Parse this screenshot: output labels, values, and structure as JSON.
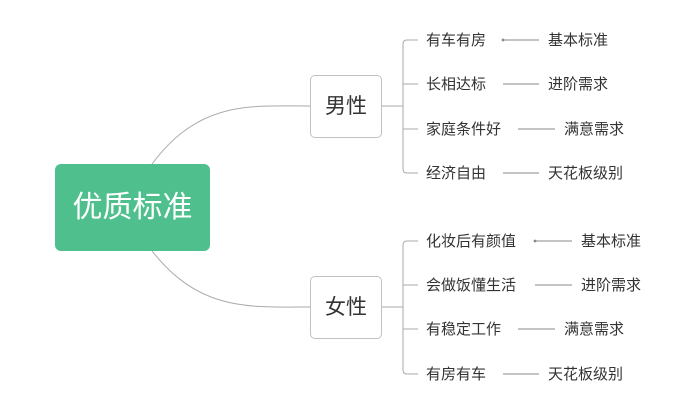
{
  "root": {
    "label": "优质标准",
    "color": "#4fc08d"
  },
  "branches": [
    {
      "label": "男性",
      "items": [
        {
          "condition": "有车有房",
          "level": "基本标准"
        },
        {
          "condition": "长相达标",
          "level": "进阶需求"
        },
        {
          "condition": "家庭条件好",
          "level": "满意需求"
        },
        {
          "condition": "经济自由",
          "level": "天花板级别"
        }
      ]
    },
    {
      "label": "女性",
      "items": [
        {
          "condition": "化妆后有颜值",
          "level": "基本标准"
        },
        {
          "condition": "会做饭懂生活",
          "level": "进阶需求"
        },
        {
          "condition": "有稳定工作",
          "level": "满意需求"
        },
        {
          "condition": "有房有车",
          "level": "天花板级别"
        }
      ]
    }
  ],
  "line_color": "#aaaaaa"
}
